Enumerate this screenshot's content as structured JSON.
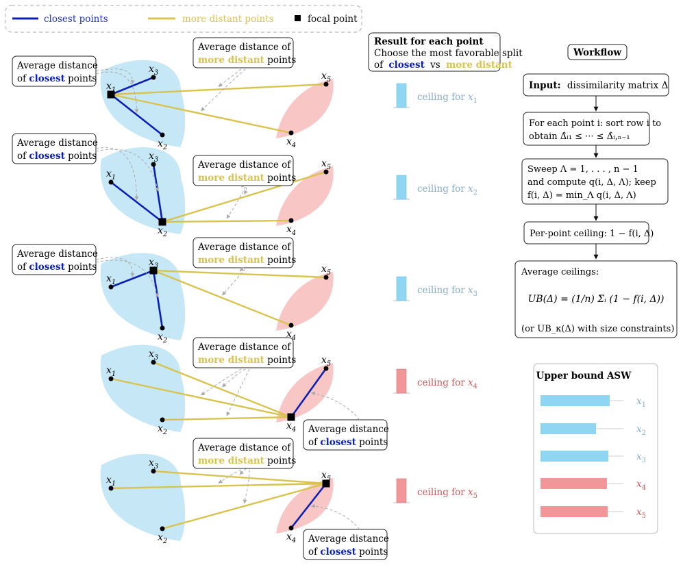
{
  "legend": {
    "closest": "closest points",
    "distant": "more distant points",
    "focal": "focal point"
  },
  "colors": {
    "closest": "#0b1fb5",
    "distant": "#d9c34f",
    "cluster_a": "#c6e7f6",
    "cluster_b": "#f9c6c6",
    "ceiling_blue": "#8fd6f3",
    "ceiling_red": "#f2969a",
    "ceiling_blue_text": "#88aacc",
    "ceiling_red_text": "#c85a5a"
  },
  "callouts": {
    "avg_line1": "Average distance",
    "avg_of": "of",
    "closest_word": "closest",
    "points_word": "points",
    "avg_distance_of": "Average distance of",
    "more_distant_word": "more distant",
    "points_word2": "points"
  },
  "points": [
    "x1",
    "x2",
    "x3",
    "x4",
    "x5"
  ],
  "result_box": {
    "title": "Result for each point",
    "line2": "Choose the most favorable split",
    "line3_pre": "of",
    "closest": "closest",
    "vs": "vs",
    "distant": "more distant"
  },
  "ceilings": [
    {
      "label": "ceiling for",
      "point": "x",
      "sub": "1",
      "group": "a"
    },
    {
      "label": "ceiling for",
      "point": "x",
      "sub": "2",
      "group": "a"
    },
    {
      "label": "ceiling for",
      "point": "x",
      "sub": "3",
      "group": "a"
    },
    {
      "label": "ceiling for",
      "point": "x",
      "sub": "4",
      "group": "b"
    },
    {
      "label": "ceiling for",
      "point": "x",
      "sub": "5",
      "group": "b"
    }
  ],
  "workflow": {
    "title": "Workflow",
    "step1_bold": "Input:",
    "step1_rest": "dissimilarity matrix Δ",
    "step2_line1": "For each point i: sort row i to",
    "step2_line2": "obtain Δ̂ᵢ₁ ≤ ··· ≤ Δ̂ᵢ,ₙ₋₁",
    "step3_line1": "Sweep Λ = 1, . . . , n − 1",
    "step3_line2": "and compute q(i, Δ, Λ); keep",
    "step3_line3": "f(i, Δ) = min_Λ q(i, Δ, Λ)",
    "step4": "Per-point ceiling: 1 − f(i, Δ)",
    "step5_line1": "Average ceilings:",
    "step5_formula": "UB(Δ) = (1/n) Σᵢ (1 − f(i, Δ))",
    "step5_line3": "(or UB_κ(Δ) with size constraints)"
  },
  "upper_bound": {
    "title": "Upper bound ASW",
    "bars": [
      {
        "label": "x",
        "sub": "1",
        "value": 0.92,
        "group": "a"
      },
      {
        "label": "x",
        "sub": "2",
        "value": 0.74,
        "group": "a"
      },
      {
        "label": "x",
        "sub": "3",
        "value": 0.9,
        "group": "a"
      },
      {
        "label": "x",
        "sub": "4",
        "value": 0.88,
        "group": "b"
      },
      {
        "label": "x",
        "sub": "5",
        "value": 0.89,
        "group": "b"
      }
    ]
  }
}
